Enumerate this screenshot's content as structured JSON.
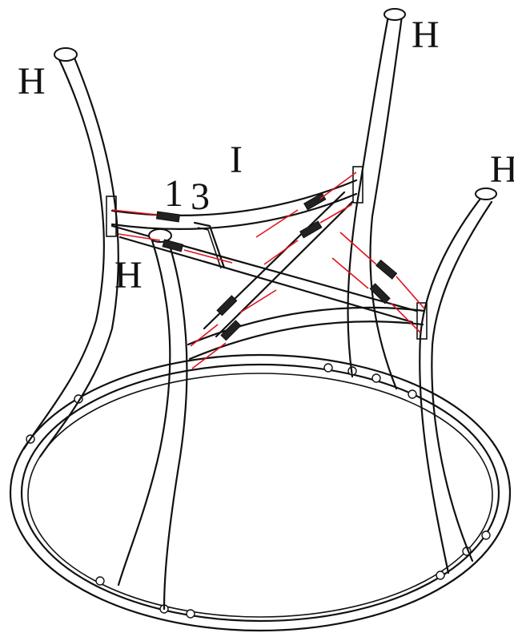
{
  "labels": {
    "h_left": "H",
    "h_top": "H",
    "h_right": "H",
    "h_middle": "H",
    "part_i": "I",
    "part_1": "1",
    "part_3": "3"
  },
  "colors": {
    "line": "#111111",
    "guide": "#e0141e",
    "background": "#ffffff"
  },
  "icons": {
    "allen_key": "allen-key-icon",
    "bolt": "bolt-icon",
    "foot_cap": "foot-cap-icon"
  }
}
